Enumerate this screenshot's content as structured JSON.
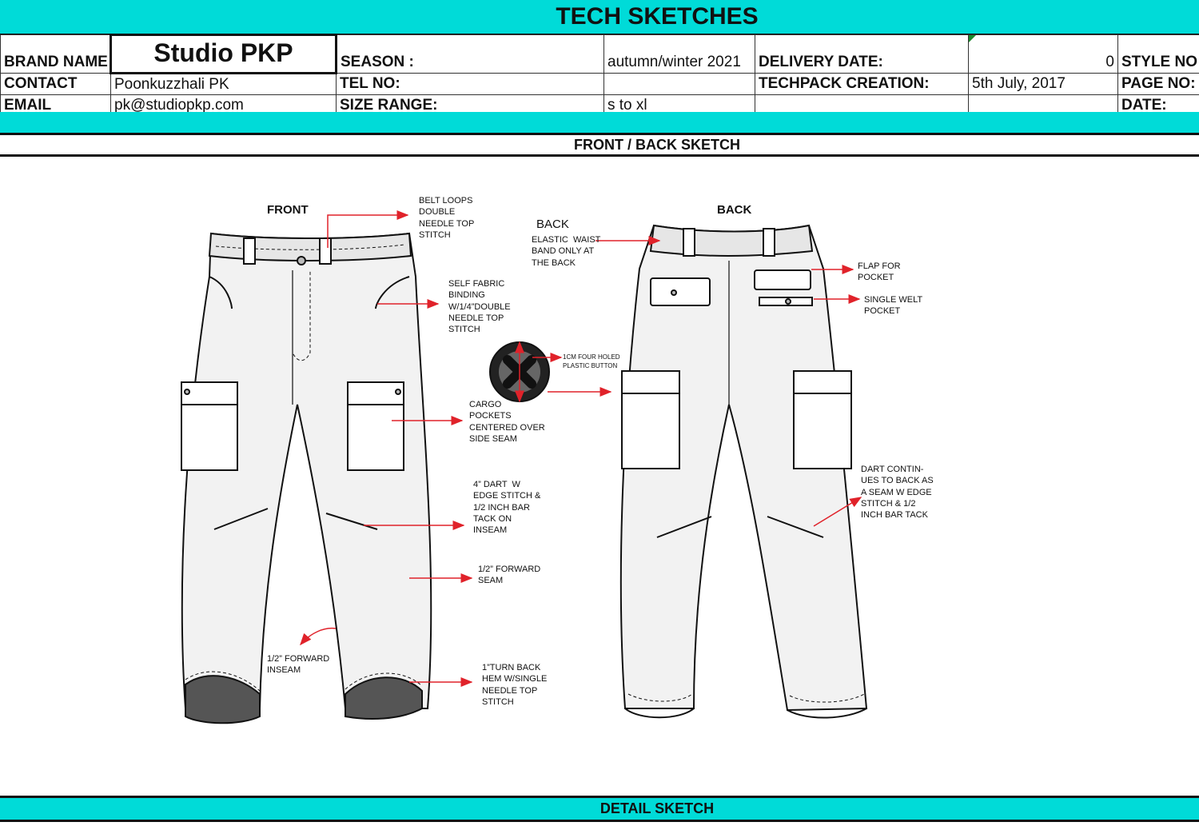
{
  "title": "TECH SKETCHES",
  "header": {
    "brand_label": "BRAND NAME",
    "brand_value": "Studio PKP",
    "contact_label": "CONTACT",
    "contact_value": "Poonkuzzhali PK",
    "email_label": "EMAIL",
    "email_value": "pk@studiopkp.com",
    "season_label": "SEASON :",
    "season_value": "autumn/winter 2021",
    "tel_label": "TEL NO:",
    "tel_value": "",
    "size_label": "SIZE RANGE:",
    "size_value": "s to xl",
    "delivery_label": "DELIVERY DATE:",
    "delivery_value": "0",
    "techpack_label": "TECHPACK CREATION:",
    "techpack_value": "5th July, 2017",
    "style_label": "STYLE NO",
    "page_label": "PAGE NO:",
    "date_label": "DATE:"
  },
  "section_front_back": "FRONT / BACK SKETCH",
  "section_detail": "DETAIL SKETCH",
  "sketch": {
    "front_heading": "FRONT",
    "back_heading": "BACK",
    "back_sub": "BACK",
    "labels": {
      "belt_loops": "BELT LOOPS\nDOUBLE\nNEEDLE TOP\nSTITCH",
      "self_fabric": "SELF FABRIC\nBINDING\nW/1/4”DOUBLE\nNEEDLE TOP\nSTITCH",
      "cargo": "CARGO\nPOCKETS\nCENTERED OVER\nSIDE SEAM",
      "dart": "4” DART  W\nEDGE STITCH &\n1/2 INCH BAR\nTACK ON\nINSEAM",
      "forward_seam": "1/2” FORWARD\nSEAM",
      "turn_back": "1”TURN BACK\nHEM W/SINGLE\nNEEDLE TOP\nSTITCH",
      "inseam": "1/2” FORWARD\nINSEAM",
      "elastic": "ELASTIC  WAIST\nBAND ONLY AT\nTHE BACK",
      "button": "1CM FOUR HOLED\nPLASTIC BUTTON",
      "flap": "FLAP FOR\nPOCKET",
      "welt": "SINGLE WELT\nPOCKET",
      "dart_back": "DART CONTIN-\nUES TO BACK AS\nA SEAM W EDGE\nSTITCH & 1/2\nINCH BAR TACK"
    }
  },
  "colors": {
    "band": "#00dbd8",
    "arrow": "#e0222a",
    "hem": "#555555"
  }
}
